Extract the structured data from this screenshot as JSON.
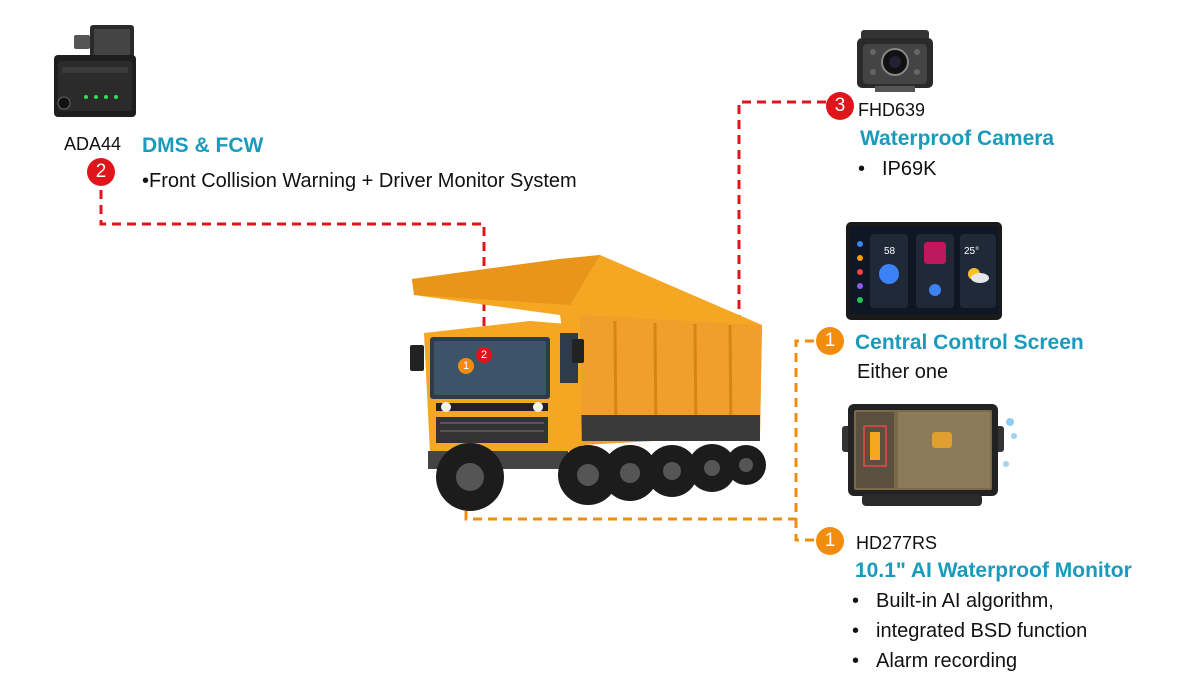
{
  "colors": {
    "accent": "#1a9bbd",
    "red_badge": "#e0141b",
    "orange_badge": "#f28c0f",
    "truck_body": "#f5a623"
  },
  "dms": {
    "model": "ADA44",
    "badge": "2",
    "title": "DMS & FCW",
    "description": "•Front Collision Warning + Driver Monitor System"
  },
  "camera": {
    "badge": "3",
    "model": "FHD639",
    "title": "Waterproof Camera",
    "bullets": [
      "IP69K"
    ]
  },
  "screen": {
    "badge": "1",
    "title": "Central Control Screen",
    "subtitle": "Either one",
    "tiles": {
      "left": "58",
      "right": "25°"
    }
  },
  "monitor": {
    "badge": "1",
    "model": "HD277RS",
    "title": "10.1\" AI Waterproof Monitor",
    "bullets": [
      "Built-in AI algorithm,",
      "integrated BSD function",
      "Alarm recording"
    ]
  },
  "truck": {
    "badge_front": "1",
    "badge_cab": "2"
  }
}
